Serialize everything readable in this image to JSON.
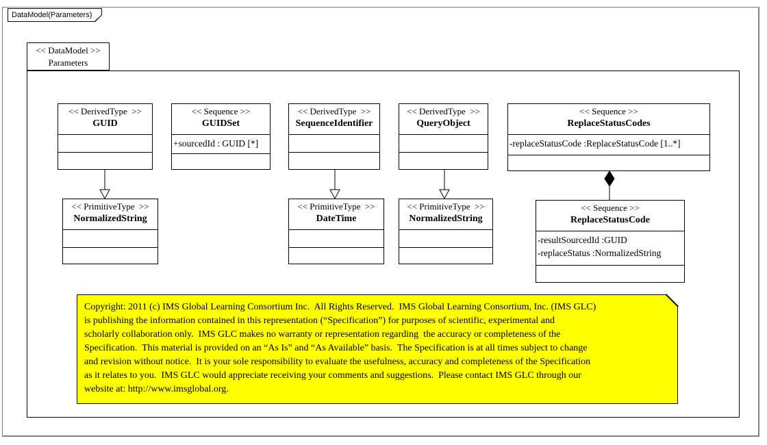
{
  "window": {
    "tab_label": "DataModel(Parameters)"
  },
  "frame": {
    "stereotype": "<< DataModel >>",
    "name": "Parameters"
  },
  "classes": [
    {
      "id": "guid",
      "stereotype": "<< DerivedType  >>",
      "name": "GUID",
      "attributes": []
    },
    {
      "id": "guidset",
      "stereotype": "<< Sequence >>",
      "name": "GUIDSet",
      "attributes": [
        "+sourcedId : GUID [*]"
      ]
    },
    {
      "id": "sequenceidentifier",
      "stereotype": "<< DerivedType  >>",
      "name": "SequenceIdentifier",
      "attributes": []
    },
    {
      "id": "queryobject",
      "stereotype": "<< DerivedType  >>",
      "name": "QueryObject",
      "attributes": []
    },
    {
      "id": "replacestatuscodes",
      "stereotype": "<< Sequence >>",
      "name": "ReplaceStatusCodes",
      "attributes": [
        "-replaceStatusCode :ReplaceStatusCode [1..*]"
      ]
    },
    {
      "id": "normalizedstring-left",
      "stereotype": "<< PrimitiveType  >>",
      "name": "NormalizedString",
      "attributes": []
    },
    {
      "id": "datetime",
      "stereotype": "<< PrimitiveType  >>",
      "name": "DateTime",
      "attributes": []
    },
    {
      "id": "normalizedstring-right",
      "stereotype": "<< PrimitiveType  >>",
      "name": "NormalizedString",
      "attributes": []
    },
    {
      "id": "replacestatuscode",
      "stereotype": "<< Sequence >>",
      "name": "ReplaceStatusCode",
      "attributes": [
        "-resultSourcedId :GUID",
        "-replaceStatus :NormalizedString"
      ]
    }
  ],
  "connectors": [
    {
      "type": "generalization",
      "from": "GUID",
      "to": "NormalizedString"
    },
    {
      "type": "generalization",
      "from": "SequenceIdentifier",
      "to": "DateTime"
    },
    {
      "type": "generalization",
      "from": "QueryObject",
      "to": "NormalizedString"
    },
    {
      "type": "composition",
      "from": "ReplaceStatusCodes",
      "to": "ReplaceStatusCode"
    }
  ],
  "note": {
    "lines": [
      "Copyright: 2011 (c) IMS Global Learning Consortium Inc.  All Rights Reserved.  IMS Global Learning Consortium, Inc. (IMS GLC)",
      "is publishing the information contained in this representation (“Specification”) for purposes of scientific, experimental and",
      "scholarly collaboration only.  IMS GLC makes no warranty or representation regarding  the accuracy or completeness of the",
      "Specification.  This material is provided on an “As Is” and “As Available” basis.  The Specification is at all times subject to change",
      "and revision without notice.  It is your sole responsibility to evaluate the usefulness, accuracy and completeness of the Specification",
      "as it relates to you.  IMS GLC would appreciate receiving your comments and suggestions.  Please contact IMS GLC through our",
      "website at: http://www.imsglobal.org."
    ]
  },
  "colors": {
    "note_fill": "#FFFF00",
    "line": "#000000",
    "window_border": "#808080",
    "background": "#FFFFFF"
  }
}
